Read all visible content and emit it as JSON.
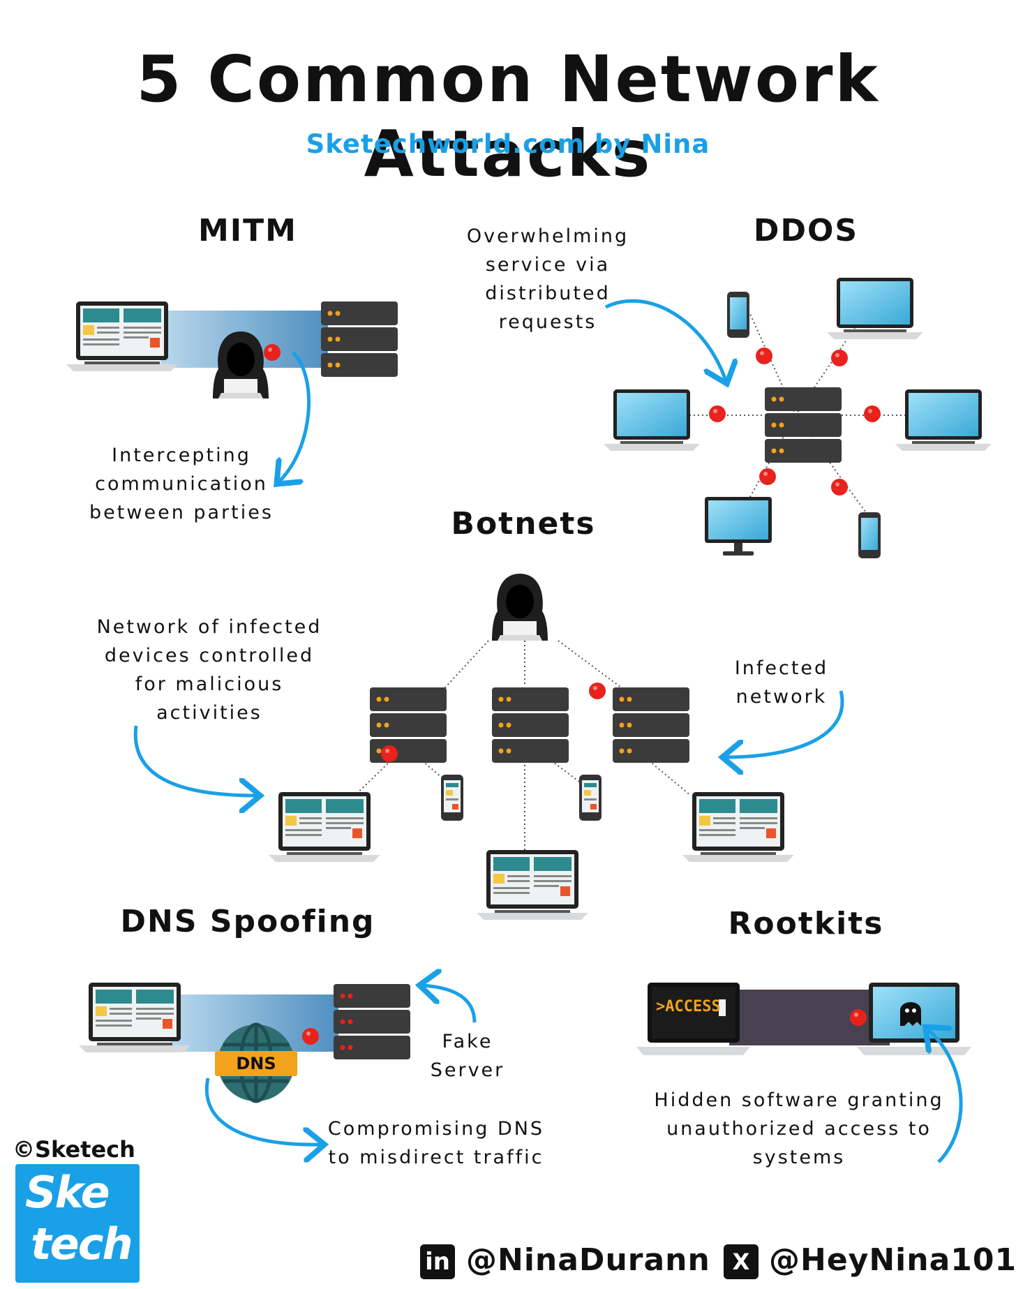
{
  "title": "5 Common Network Attacks",
  "subtitle": "Sketechworld.com by Nina",
  "sections": {
    "mitm": {
      "heading": "MITM",
      "note": [
        "Intercepting",
        "communication",
        "between parties"
      ]
    },
    "ddos": {
      "heading": "DDOS",
      "note": [
        "Overwhelming",
        "service via",
        "distributed",
        "requests"
      ]
    },
    "botnets": {
      "heading": "Botnets",
      "note_left": [
        "Network of infected",
        "devices controlled",
        "for malicious",
        "activities"
      ],
      "note_right": [
        "Infected",
        "network"
      ]
    },
    "dns": {
      "heading": "DNS Spoofing",
      "badge": "DNS",
      "fake_server": [
        "Fake",
        "Server"
      ],
      "note": [
        "Compromising DNS",
        "to misdirect traffic"
      ]
    },
    "rootkits": {
      "heading": "Rootkits",
      "terminal": "ACCESS",
      "note": [
        "Hidden software granting",
        "unauthorized access to",
        "systems"
      ]
    }
  },
  "footer": {
    "copyright": "©Sketech",
    "logo_text": [
      "Ske",
      "tech"
    ],
    "linkedin": "@NinaDurann",
    "linkedin_icon": "in",
    "x_handle": "@HeyNina101",
    "x_icon": "X"
  },
  "colors": {
    "accent": "#1aa0e6",
    "node": "#e8221c",
    "server": "#3b3b3b",
    "screen": "#5fc3e8"
  }
}
